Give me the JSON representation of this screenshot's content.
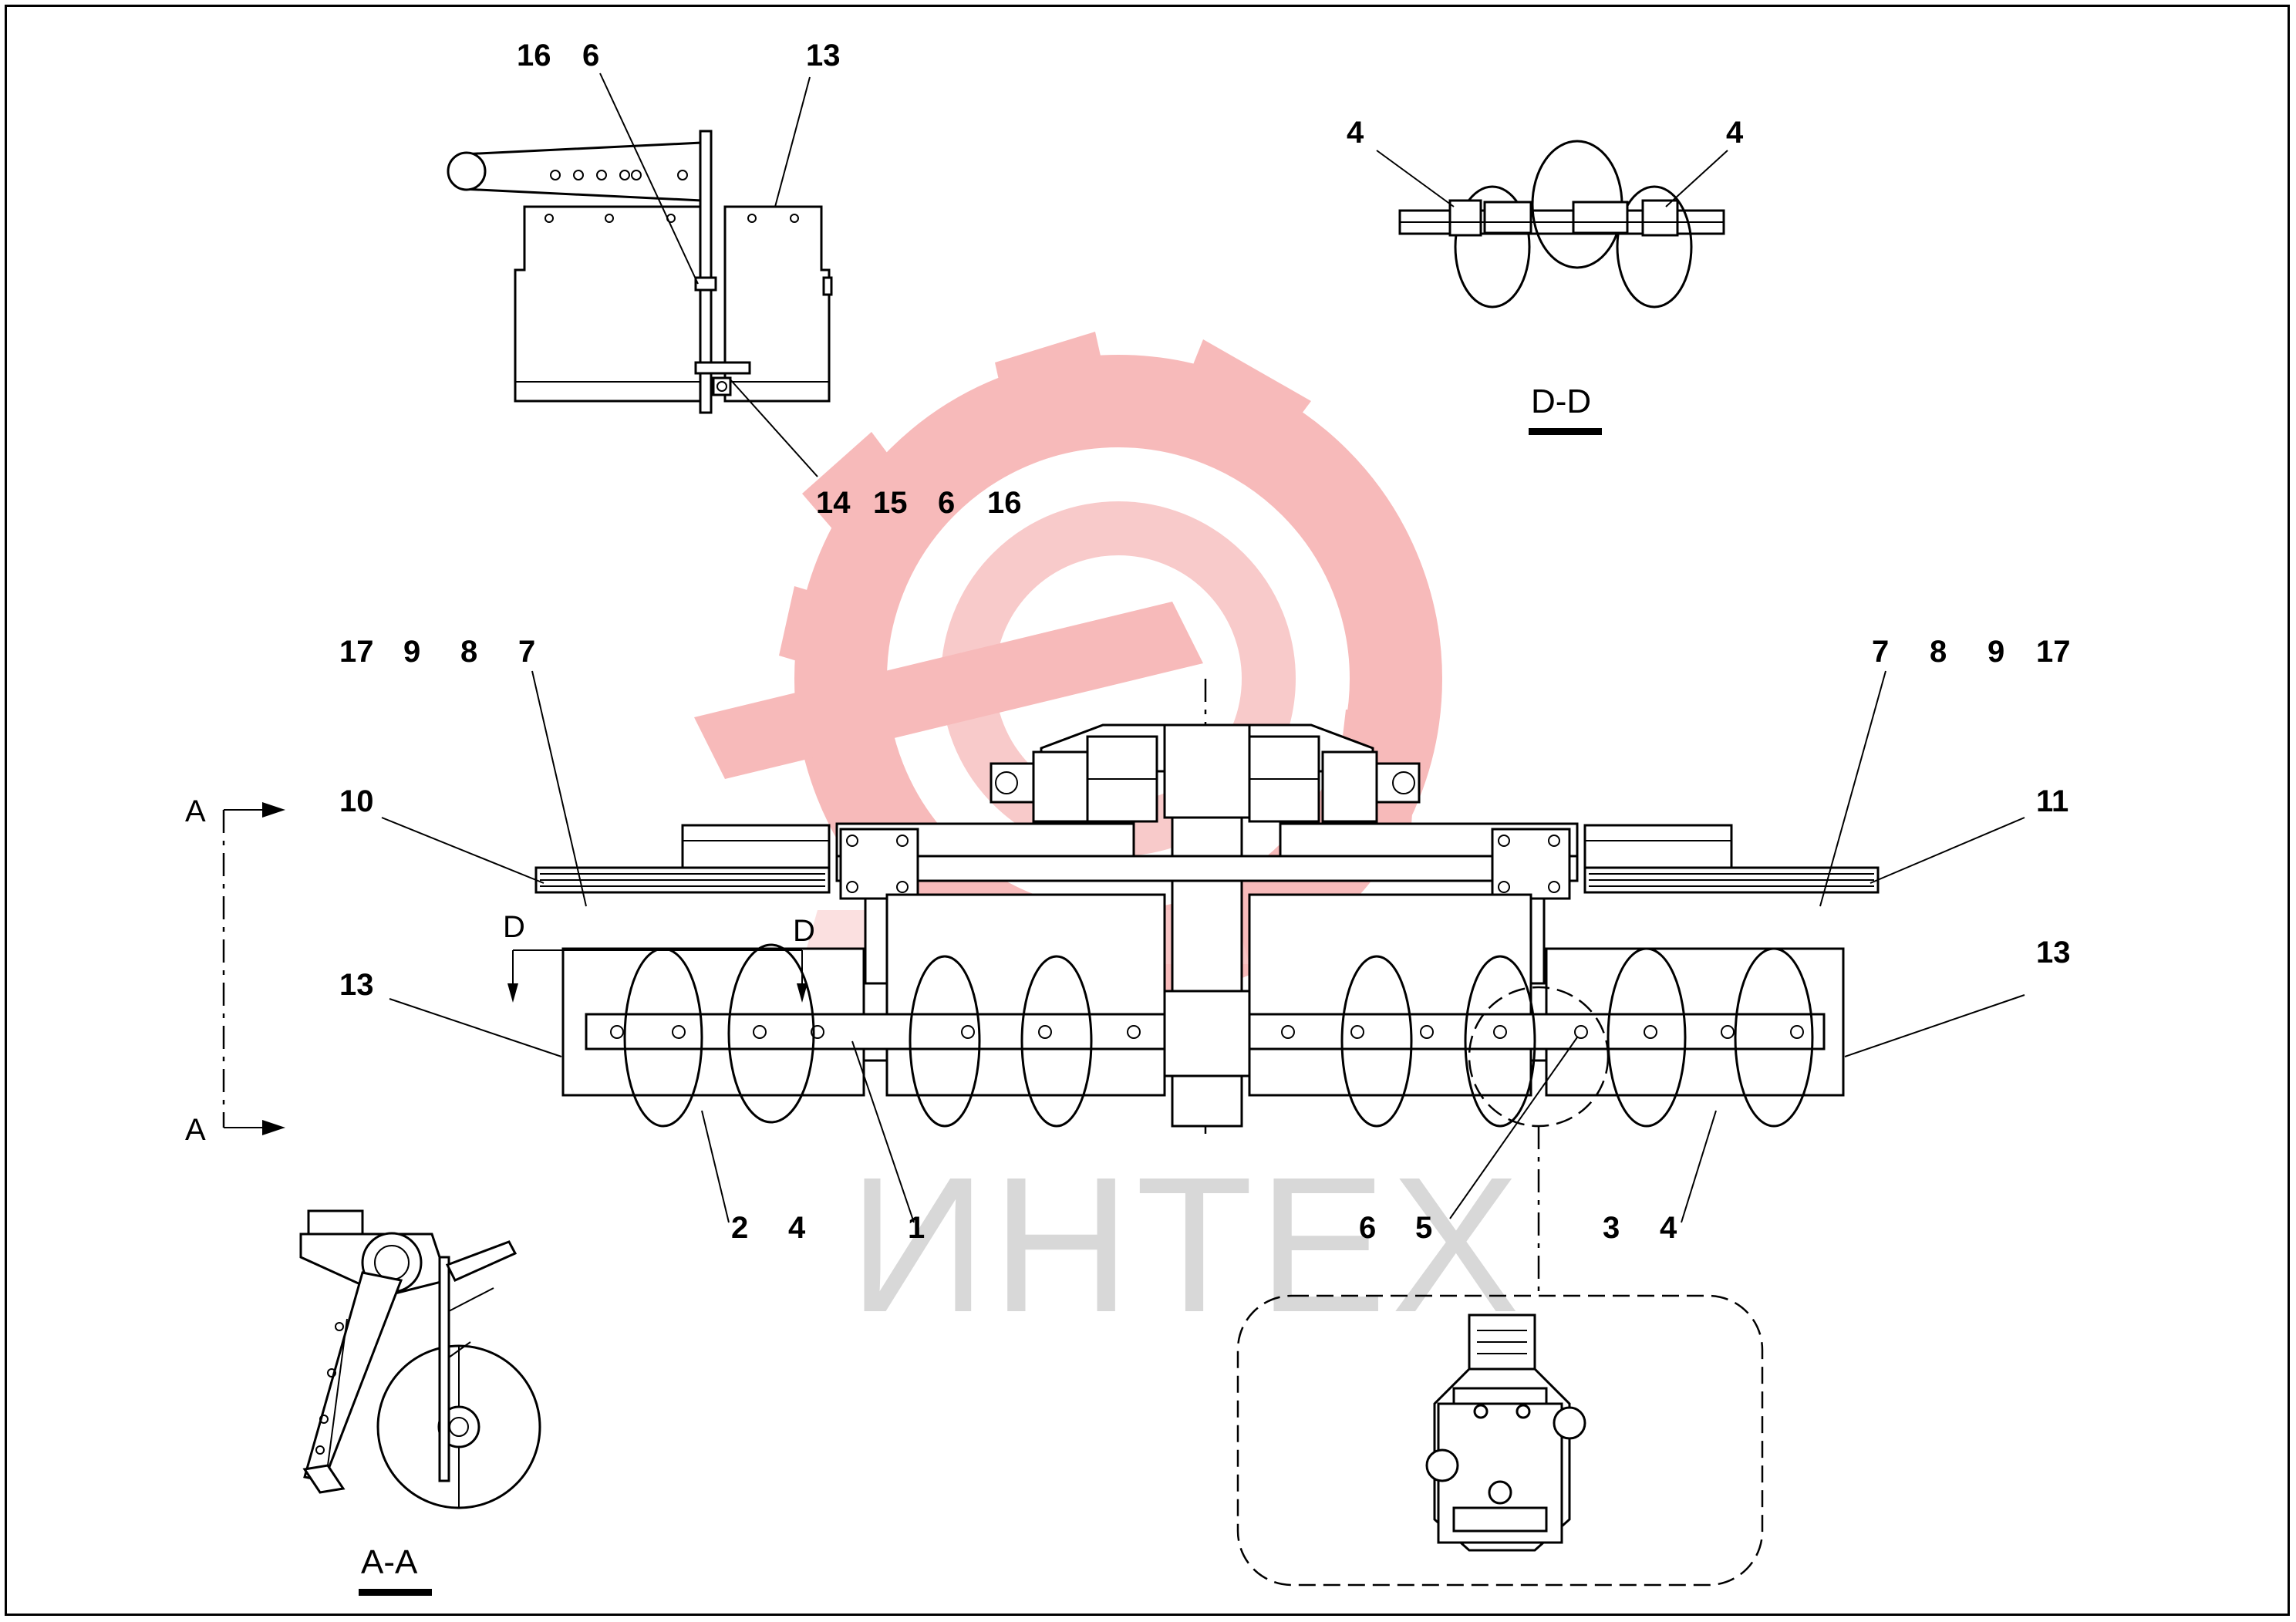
{
  "watermark": {
    "text": "ИНТЕХ",
    "logo_color": "#f4a8a8",
    "text_color": "#d8d8d8"
  },
  "section_titles": {
    "dd": "D-D",
    "aa": "A-A"
  },
  "section_markers": {
    "a_top": "A",
    "a_bottom": "A",
    "d_left": "D",
    "d_right": "D"
  },
  "callouts": {
    "top_view": {
      "label_16": "16",
      "label_6": "6",
      "label_13": "13",
      "label_14": "14",
      "label_15": "15",
      "label_6b": "6",
      "label_16b": "16"
    },
    "dd_view": {
      "left_4": "4",
      "right_4": "4"
    },
    "main_view": {
      "left_17": "17",
      "left_9": "9",
      "left_8": "8",
      "left_7": "7",
      "right_7": "7",
      "right_8": "8",
      "right_9": "9",
      "right_17": "17",
      "left_10": "10",
      "right_11": "11",
      "left_13": "13",
      "right_13": "13",
      "bottom_2": "2",
      "bottom_4a": "4",
      "bottom_1": "1",
      "bottom_6": "6",
      "bottom_5": "5",
      "bottom_3": "3",
      "bottom_4b": "4"
    }
  }
}
